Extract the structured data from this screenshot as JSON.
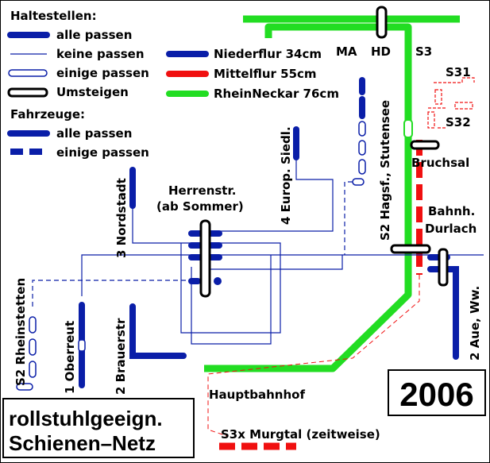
{
  "legend": {
    "stops_heading": "Haltestellen:",
    "stops": [
      {
        "label": "alle passen",
        "style": "thick-blue"
      },
      {
        "label": "keine passen",
        "style": "thin-blue"
      },
      {
        "label": "einige passen",
        "style": "hollow-blue"
      },
      {
        "label": "Umsteigen",
        "style": "hollow-black"
      }
    ],
    "floor_types": [
      {
        "label": "Niederflur 34cm",
        "color": "#0a1ea8"
      },
      {
        "label": "Mittelflur 55cm",
        "color": "#f01010"
      },
      {
        "label": "RheinNeckar 76cm",
        "color": "#22dd22"
      }
    ],
    "vehicles_heading": "Fahrzeuge:",
    "vehicles": [
      {
        "label": "alle passen",
        "style": "solid"
      },
      {
        "label": "einige passen",
        "style": "dashed"
      }
    ]
  },
  "places": {
    "ma": "MA",
    "hd": "HD",
    "s3": "S3",
    "s31": "S31",
    "s32": "S32",
    "bruchsal": "Bruchsal",
    "hagsfeld": "S2 Hagsf., Stutensee",
    "europ": "4 Europ. Siedl.",
    "nordstadt": "3 Nordstadt",
    "herrenstr_1": "Herrenstr.",
    "herrenstr_2": "(ab Sommer)",
    "durlach_1": "Bahnh.",
    "durlach_2": "Durlach",
    "aue": "2 Aue, Ww.",
    "rheinstetten": "S2 Rheinstetten",
    "oberreut": "1 Oberreut",
    "brauerstr": "2 Brauerstr",
    "hauptbahnhof": "Hauptbahnhof",
    "murgtal": "S3x Murgtal (zeitweise)"
  },
  "title": {
    "line1": "rollstuhlgeeign.",
    "line2": "Schienen–Netz"
  },
  "year": "2006",
  "colors": {
    "blue": "#0a1ea8",
    "red": "#f01010",
    "green": "#22dd22",
    "black": "#000000"
  }
}
